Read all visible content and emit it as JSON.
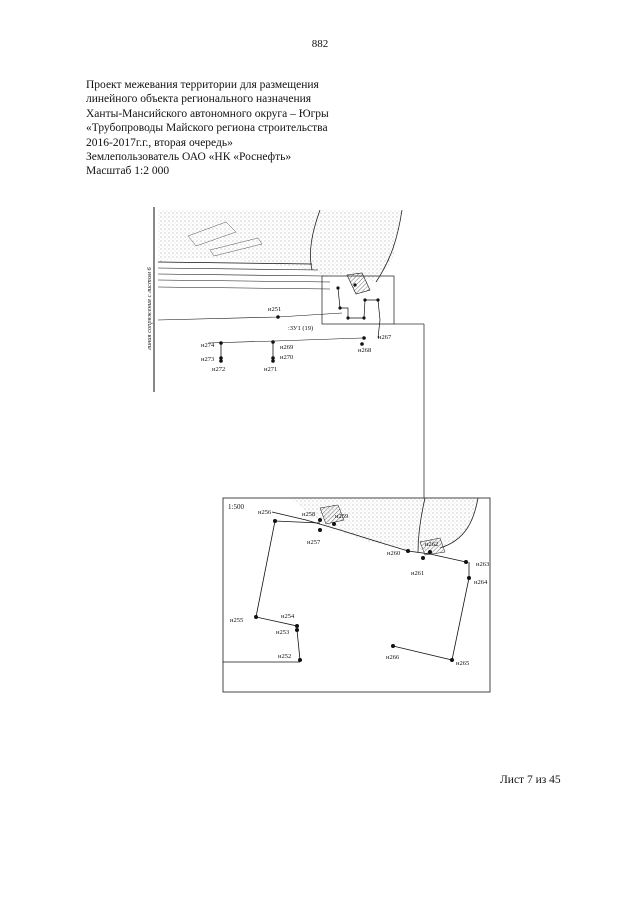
{
  "page_number": "882",
  "header": {
    "lines": [
      "Проект межевания территории для размещения",
      "линейного объекта регионального назначения",
      "Ханты-Мансийского автономного округа – Югры",
      "«Трубопроводы Майского региона строительства",
      "2016-2017г.г., вторая очередь»",
      "Землепользователь ОАО «НК «Роснефть»",
      "Масштаб 1:2 000"
    ]
  },
  "main_map": {
    "line_label": "линия сопряжения с листом 6",
    "parcel_label": ":ЗУ1 (19)",
    "points": {
      "n251": "н251",
      "n267": "н267",
      "n268": "н268",
      "n269": "н269",
      "n270": "н270",
      "n271": "н271",
      "n272": "н272",
      "n273": "н273",
      "n274": "н274"
    }
  },
  "inset_map": {
    "scale": "1:500",
    "points": {
      "n252": "н252",
      "n253": "н253",
      "n254": "н254",
      "n255": "н255",
      "n256": "н256",
      "n257": "н257",
      "n258": "н258",
      "n259": "н259",
      "n260": "н260",
      "n261": "н261",
      "n262": "н262",
      "n263": "н263",
      "n264": "н264",
      "n265": "н265",
      "n266": "н266"
    }
  },
  "footer": "Лист 7 из 45"
}
